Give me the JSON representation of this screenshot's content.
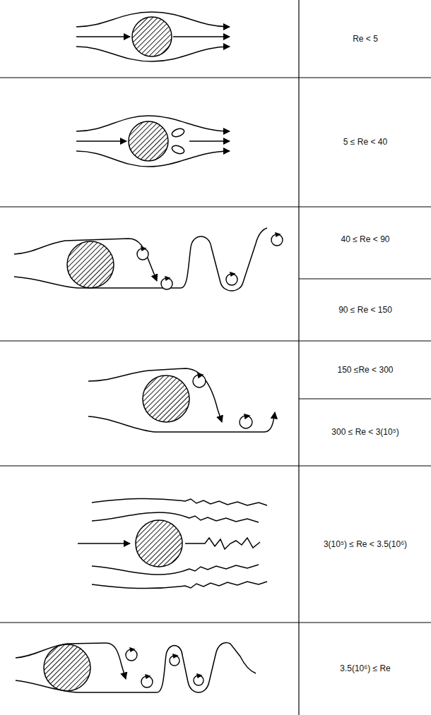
{
  "diagram": {
    "labels": [
      "Re < 5",
      "5 ≤ Re < 40",
      "40 ≤ Re < 90",
      "90 ≤ Re < 150",
      "150 ≤Re < 300",
      "300 ≤ Re < 3(10⁵)",
      "3(10⁵) ≤ Re < 3.5(10⁶)",
      "3.5(10⁶) ≤ Re"
    ]
  }
}
